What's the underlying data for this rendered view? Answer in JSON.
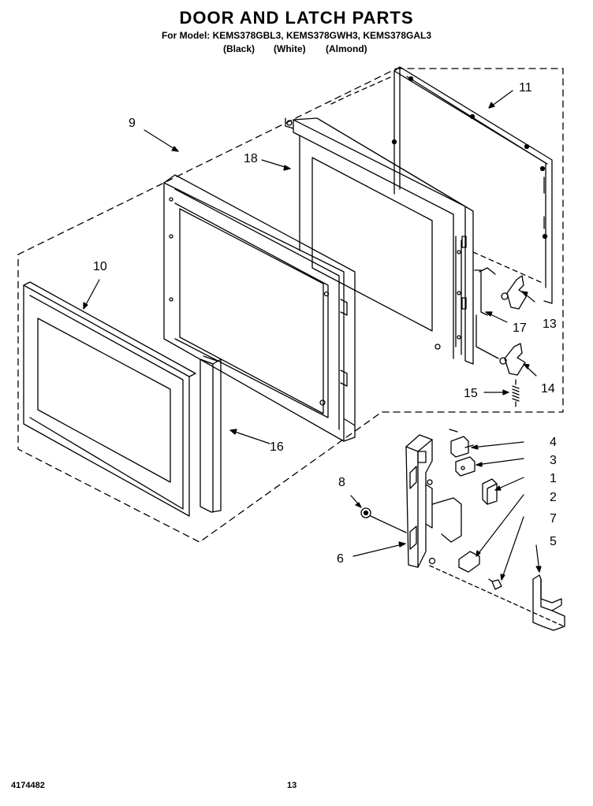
{
  "header": {
    "title": "DOOR AND LATCH PARTS",
    "models": "For Model: KEMS378GBL3, KEMS378GWH3, KEMS378GAL3",
    "colors": [
      "(Black)",
      "(White)",
      "(Almond)"
    ]
  },
  "callouts": {
    "c1": "1",
    "c2": "2",
    "c3": "3",
    "c4": "4",
    "c5": "5",
    "c6": "6",
    "c7": "7",
    "c8": "8",
    "c9": "9",
    "c10": "10",
    "c11": "11",
    "c13": "13",
    "c14": "14",
    "c15": "15",
    "c16": "16",
    "c17": "17",
    "c18": "18"
  },
  "footer": {
    "part_number": "4174482",
    "page": "13"
  }
}
